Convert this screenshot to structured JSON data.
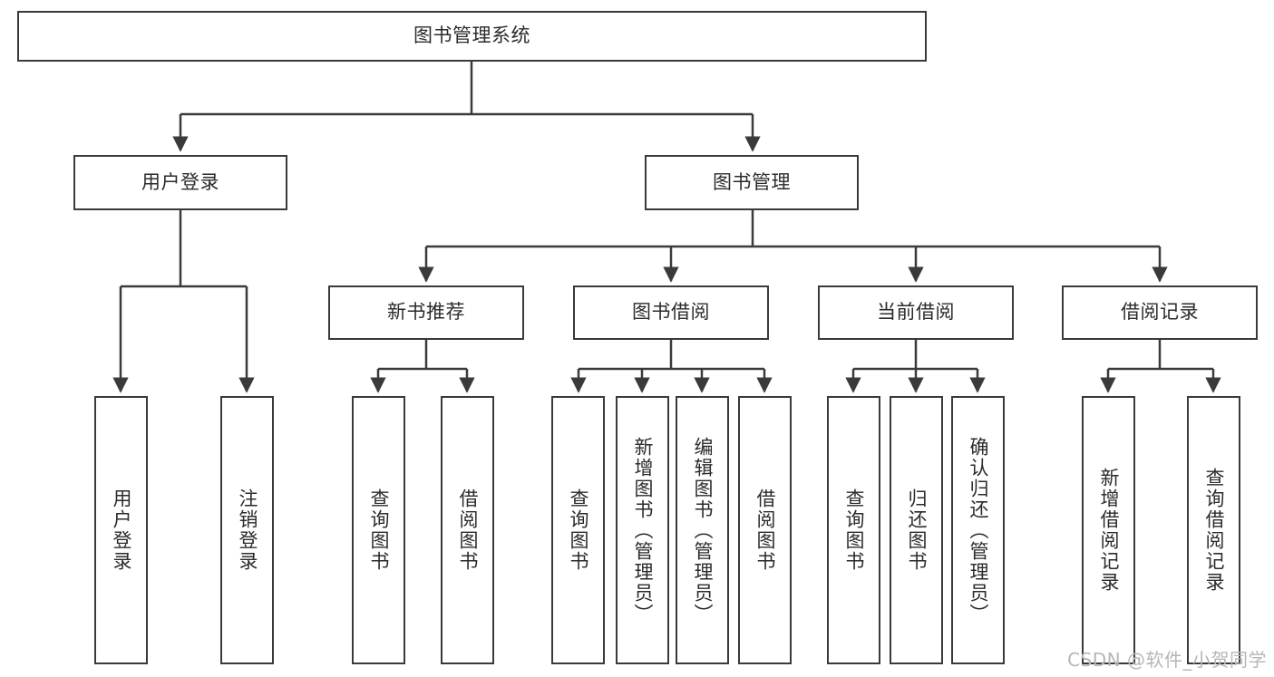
{
  "diagram": {
    "title": "图书管理系统",
    "type": "tree",
    "watermark": "CSDN @软件_小贺同学",
    "colors": {
      "box_border": "#3a3a3a",
      "box_fill": "#ffffff",
      "connector": "#3a3a3a",
      "text": "#2b2b2b",
      "watermark": "#b6b6b6",
      "background": "#ffffff"
    },
    "levels": {
      "root": {
        "label": "图书管理系统"
      },
      "level2": [
        {
          "label": "用户登录"
        },
        {
          "label": "图书管理"
        }
      ],
      "level3": [
        {
          "label": "新书推荐"
        },
        {
          "label": "图书借阅"
        },
        {
          "label": "当前借阅"
        },
        {
          "label": "借阅记录"
        }
      ],
      "leaves": {
        "user_login": [
          {
            "label": "用户登录"
          },
          {
            "label": "注销登录"
          }
        ],
        "new_book_recommend": [
          {
            "label": "查询图书"
          },
          {
            "label": "借阅图书"
          }
        ],
        "book_borrow": [
          {
            "label": "查询图书"
          },
          {
            "label": "新增图书（管理员）"
          },
          {
            "label": "编辑图书（管理员）"
          },
          {
            "label": "借阅图书"
          }
        ],
        "current_borrow": [
          {
            "label": "查询图书"
          },
          {
            "label": "归还图书"
          },
          {
            "label": "确认归还（管理员）"
          }
        ],
        "borrow_record": [
          {
            "label": "新增借阅记录"
          },
          {
            "label": "查询借阅记录"
          }
        ]
      }
    }
  }
}
